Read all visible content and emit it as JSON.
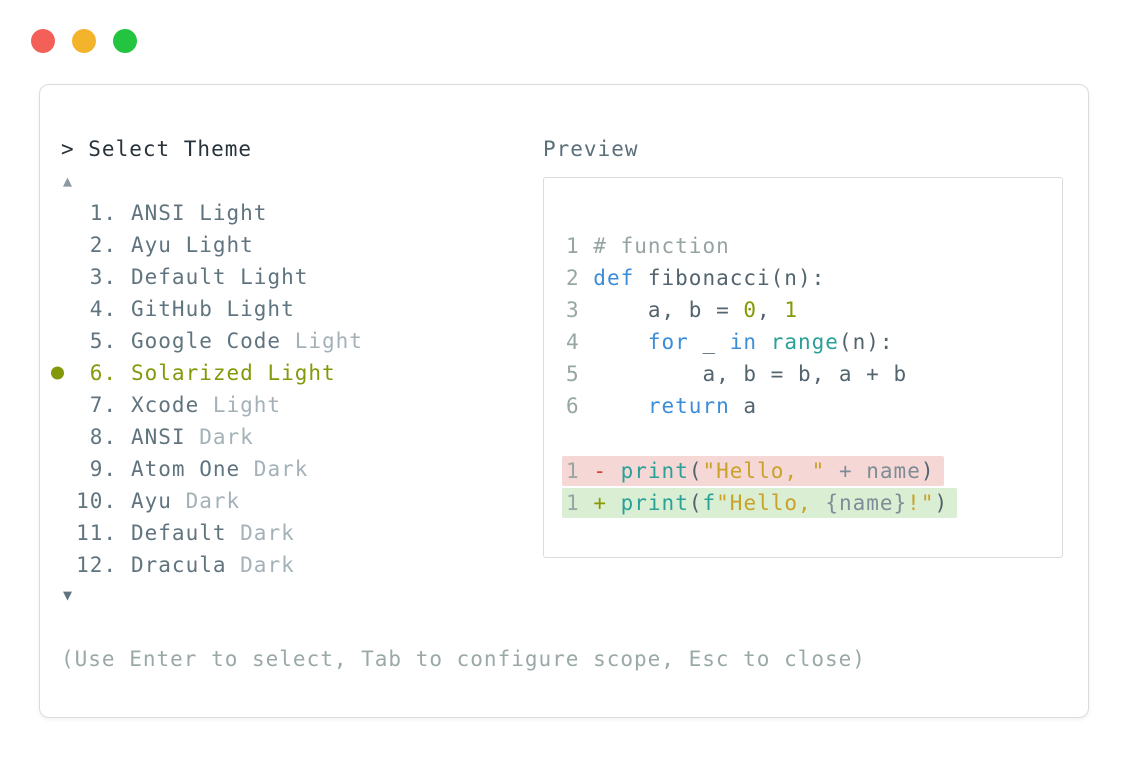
{
  "window": {
    "traffic_lights": [
      {
        "name": "close",
        "color": "#f26057"
      },
      {
        "name": "minimize",
        "color": "#f3b42c"
      },
      {
        "name": "zoom",
        "color": "#23c440"
      }
    ]
  },
  "colors": {
    "fg": "#52646e",
    "slate": "#60747f",
    "dim": "#a4b2b8",
    "selected": "#84990a",
    "kw": "#3c8dd9",
    "fn": "#2aa198",
    "str": "#c9a227",
    "num": "#859900",
    "comment": "#96a3a3",
    "lineno": "#97a5a5",
    "rem": "#df3d36",
    "add": "#859900",
    "muted": "#7d8c96",
    "diffRemBg": "#f5d8d5",
    "diffAddBg": "#daeed3"
  },
  "prompt": {
    "title": "> Select Theme"
  },
  "list": {
    "up_arrow": "▲",
    "down_arrow": "▼",
    "items": [
      {
        "number": "1.",
        "name": "ANSI",
        "variant": "Light",
        "dimmed": false,
        "selected": false
      },
      {
        "number": "2.",
        "name": "Ayu",
        "variant": "Light",
        "dimmed": false,
        "selected": false
      },
      {
        "number": "3.",
        "name": "Default",
        "variant": "Light",
        "dimmed": false,
        "selected": false
      },
      {
        "number": "4.",
        "name": "GitHub",
        "variant": "Light",
        "dimmed": false,
        "selected": false
      },
      {
        "number": "5.",
        "name": "Google Code",
        "variant": "Light",
        "dimmed": true,
        "selected": false
      },
      {
        "number": "6.",
        "name": "Solarized",
        "variant": "Light",
        "dimmed": false,
        "selected": true
      },
      {
        "number": "7.",
        "name": "Xcode",
        "variant": "Light",
        "dimmed": true,
        "selected": false
      },
      {
        "number": "8.",
        "name": "ANSI",
        "variant": "Dark",
        "dimmed": true,
        "selected": false
      },
      {
        "number": "9.",
        "name": "Atom One",
        "variant": "Dark",
        "dimmed": true,
        "selected": false
      },
      {
        "number": "10.",
        "name": "Ayu",
        "variant": "Dark",
        "dimmed": true,
        "selected": false
      },
      {
        "number": "11.",
        "name": "Default",
        "variant": "Dark",
        "dimmed": true,
        "selected": false
      },
      {
        "number": "12.",
        "name": "Dracula",
        "variant": "Dark",
        "dimmed": true,
        "selected": false
      }
    ]
  },
  "hint": "(Use Enter to select, Tab to configure scope, Esc to close)",
  "preview": {
    "label": "Preview",
    "code_lines": [
      {
        "num": "1",
        "tokens": [
          {
            "t": "# function",
            "c": "comment"
          }
        ]
      },
      {
        "num": "2",
        "tokens": [
          {
            "t": "def",
            "c": "kw"
          },
          {
            "t": " fibonacci(n):",
            "c": "fg"
          }
        ]
      },
      {
        "num": "3",
        "tokens": [
          {
            "t": "    a, b = ",
            "c": "fg"
          },
          {
            "t": "0",
            "c": "num"
          },
          {
            "t": ", ",
            "c": "fg"
          },
          {
            "t": "1",
            "c": "num"
          }
        ]
      },
      {
        "num": "4",
        "tokens": [
          {
            "t": "    ",
            "c": "fg"
          },
          {
            "t": "for",
            "c": "kw"
          },
          {
            "t": " _ ",
            "c": "fg"
          },
          {
            "t": "in",
            "c": "kw"
          },
          {
            "t": " ",
            "c": "fg"
          },
          {
            "t": "range",
            "c": "fn"
          },
          {
            "t": "(n):",
            "c": "fg"
          }
        ]
      },
      {
        "num": "5",
        "tokens": [
          {
            "t": "        a, b = b, a + b",
            "c": "fg"
          }
        ]
      },
      {
        "num": "6",
        "tokens": [
          {
            "t": "    ",
            "c": "fg"
          },
          {
            "t": "return",
            "c": "kw"
          },
          {
            "t": " a",
            "c": "fg"
          }
        ]
      }
    ],
    "diff_lines": [
      {
        "num": "1",
        "bg": "diffRemBg",
        "tokens": [
          {
            "t": " ",
            "c": "fg"
          },
          {
            "t": "-",
            "c": "rem"
          },
          {
            "t": " ",
            "c": "fg"
          },
          {
            "t": "print",
            "c": "fn"
          },
          {
            "t": "(",
            "c": "fg"
          },
          {
            "t": "\"Hello, \"",
            "c": "str"
          },
          {
            "t": " ",
            "c": "fg"
          },
          {
            "t": "+",
            "c": "muted"
          },
          {
            "t": " ",
            "c": "fg"
          },
          {
            "t": "name",
            "c": "muted"
          },
          {
            "t": ")",
            "c": "fg"
          }
        ]
      },
      {
        "num": "1",
        "bg": "diffAddBg",
        "tokens": [
          {
            "t": " ",
            "c": "fg"
          },
          {
            "t": "+",
            "c": "add"
          },
          {
            "t": " ",
            "c": "fg"
          },
          {
            "t": "print",
            "c": "fn"
          },
          {
            "t": "(",
            "c": "fg"
          },
          {
            "t": "f",
            "c": "fn"
          },
          {
            "t": "\"Hello, ",
            "c": "str"
          },
          {
            "t": "{name}",
            "c": "muted"
          },
          {
            "t": "!\"",
            "c": "str"
          },
          {
            "t": ")",
            "c": "fg"
          }
        ]
      }
    ]
  }
}
